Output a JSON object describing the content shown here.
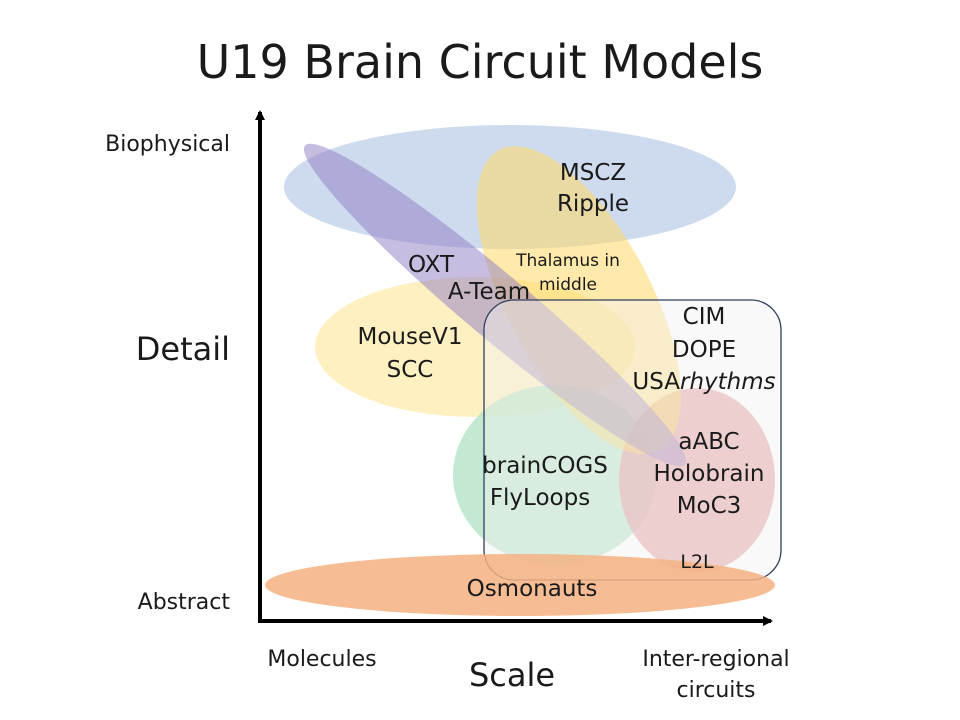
{
  "title": "U19 Brain Circuit Models",
  "axes": {
    "y_label": "Detail",
    "y_top": "Biophysical",
    "y_bottom": "Abstract",
    "x_label": "Scale",
    "x_left": "Molecules",
    "x_right_line1": "Inter-regional",
    "x_right_line2": "circuits"
  },
  "groups": {
    "blue": {
      "color": "#b4c7e7",
      "labels": [
        "MSCZ",
        "Ripple"
      ]
    },
    "purple": {
      "color": "#9b8fd4",
      "labels": [
        "OXT",
        "A-Team"
      ]
    },
    "gold": {
      "color": "#ffd966",
      "labels": [
        "Thalamus in",
        "middle"
      ]
    },
    "yellow": {
      "color": "#ffe699",
      "labels": [
        "MouseV1",
        "SCC"
      ]
    },
    "green": {
      "color": "#a9dfbf",
      "labels": [
        "brainCOGS",
        "FlyLoops"
      ]
    },
    "red": {
      "color": "#e6999b",
      "labels": [
        "aABC",
        "Holobrain",
        "MoC3"
      ]
    },
    "box": {
      "color": "#2f3f5f",
      "labels": [
        "CIM",
        "DOPE"
      ],
      "usa_prefix": "USA",
      "usa_italic": "rhythms",
      "l2l": "L2L"
    },
    "orange": {
      "color": "#f4b183",
      "labels": [
        "Osmonauts"
      ]
    }
  }
}
